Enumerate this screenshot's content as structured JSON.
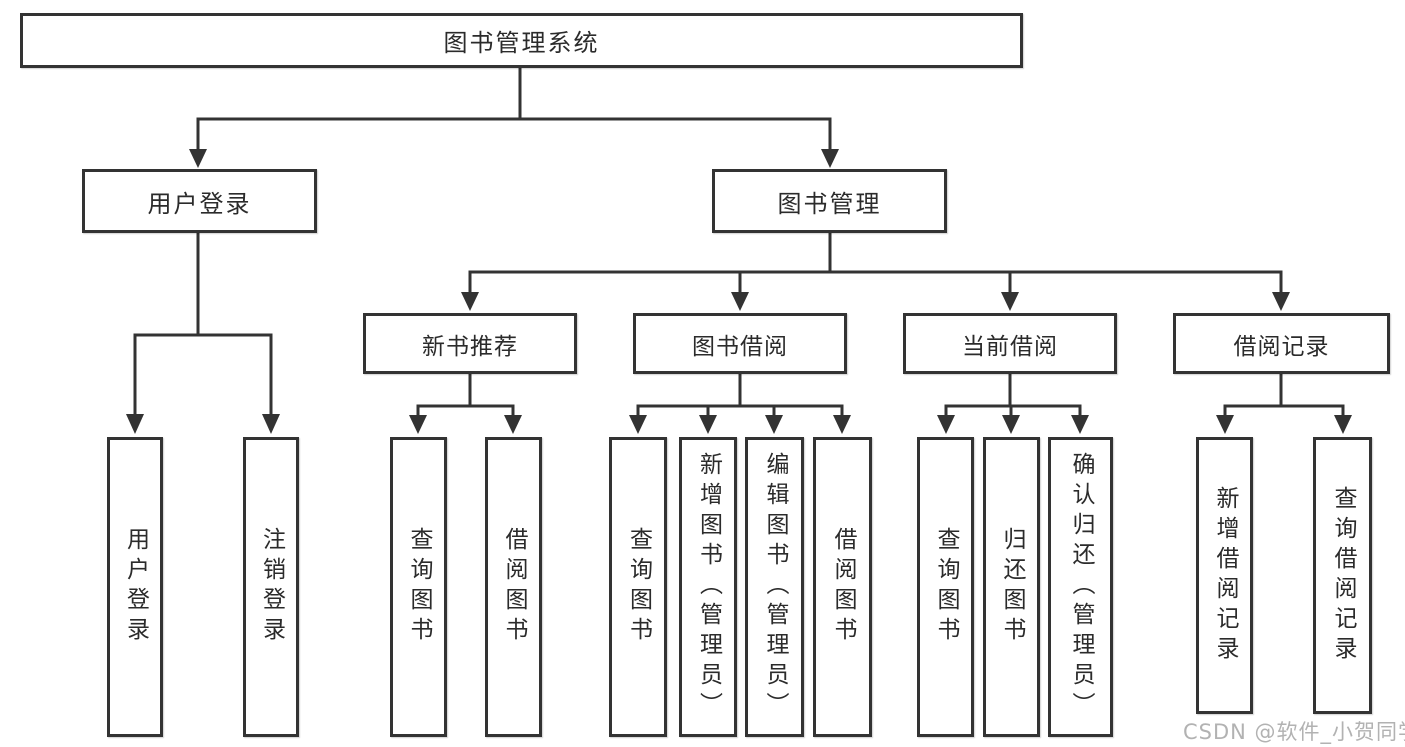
{
  "tree": {
    "root": {
      "label": "图书管理系统"
    },
    "branches": [
      {
        "label": "用户登录",
        "children": [
          {
            "label": "用户登录"
          },
          {
            "label": "注销登录"
          }
        ]
      },
      {
        "label": "图书管理",
        "children": [
          {
            "label": "新书推荐",
            "children": [
              {
                "label": "查询图书"
              },
              {
                "label": "借阅图书"
              }
            ]
          },
          {
            "label": "图书借阅",
            "children": [
              {
                "label": "查询图书"
              },
              {
                "label": "新增图书（管理员）"
              },
              {
                "label": "编辑图书（管理员）"
              },
              {
                "label": "借阅图书"
              }
            ]
          },
          {
            "label": "当前借阅",
            "children": [
              {
                "label": "查询图书"
              },
              {
                "label": "归还图书"
              },
              {
                "label": "确认归还（管理员）"
              }
            ]
          },
          {
            "label": "借阅记录",
            "children": [
              {
                "label": "新增借阅记录"
              },
              {
                "label": "查询借阅记录"
              }
            ]
          }
        ]
      }
    ]
  },
  "watermark": {
    "text": "CSDN @软件_小贺同学"
  },
  "colors": {
    "line": "#333333",
    "box_border": "#333333",
    "box_fill": "#ffffff",
    "text": "#2b2b2b",
    "watermark": "#b2b2b2",
    "background": "#ffffff"
  }
}
